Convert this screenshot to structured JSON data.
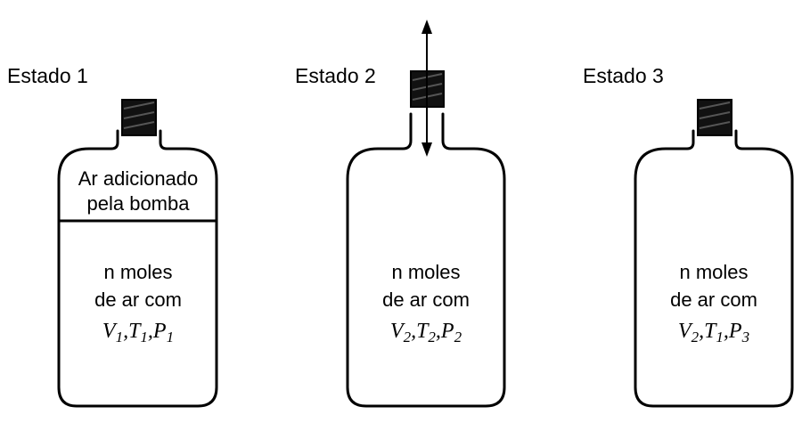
{
  "states": [
    {
      "title": "Estado 1",
      "top_label_line1": "Ar adicionado",
      "top_label_line2": "pela bomba",
      "text_line1": "n moles",
      "text_line2": "de ar com",
      "vars": [
        {
          "letter": "V",
          "sub": "1"
        },
        {
          "letter": "T",
          "sub": "1"
        },
        {
          "letter": "P",
          "sub": "1"
        }
      ]
    },
    {
      "title": "Estado 2",
      "text_line1": "n moles",
      "text_line2": "de ar com",
      "vars": [
        {
          "letter": "V",
          "sub": "2"
        },
        {
          "letter": "T",
          "sub": "2"
        },
        {
          "letter": "P",
          "sub": "2"
        }
      ]
    },
    {
      "title": "Estado 3",
      "text_line1": "n moles",
      "text_line2": "de ar com",
      "vars": [
        {
          "letter": "V",
          "sub": "2"
        },
        {
          "letter": "T",
          "sub": "1"
        },
        {
          "letter": "P",
          "sub": "3"
        }
      ]
    }
  ]
}
